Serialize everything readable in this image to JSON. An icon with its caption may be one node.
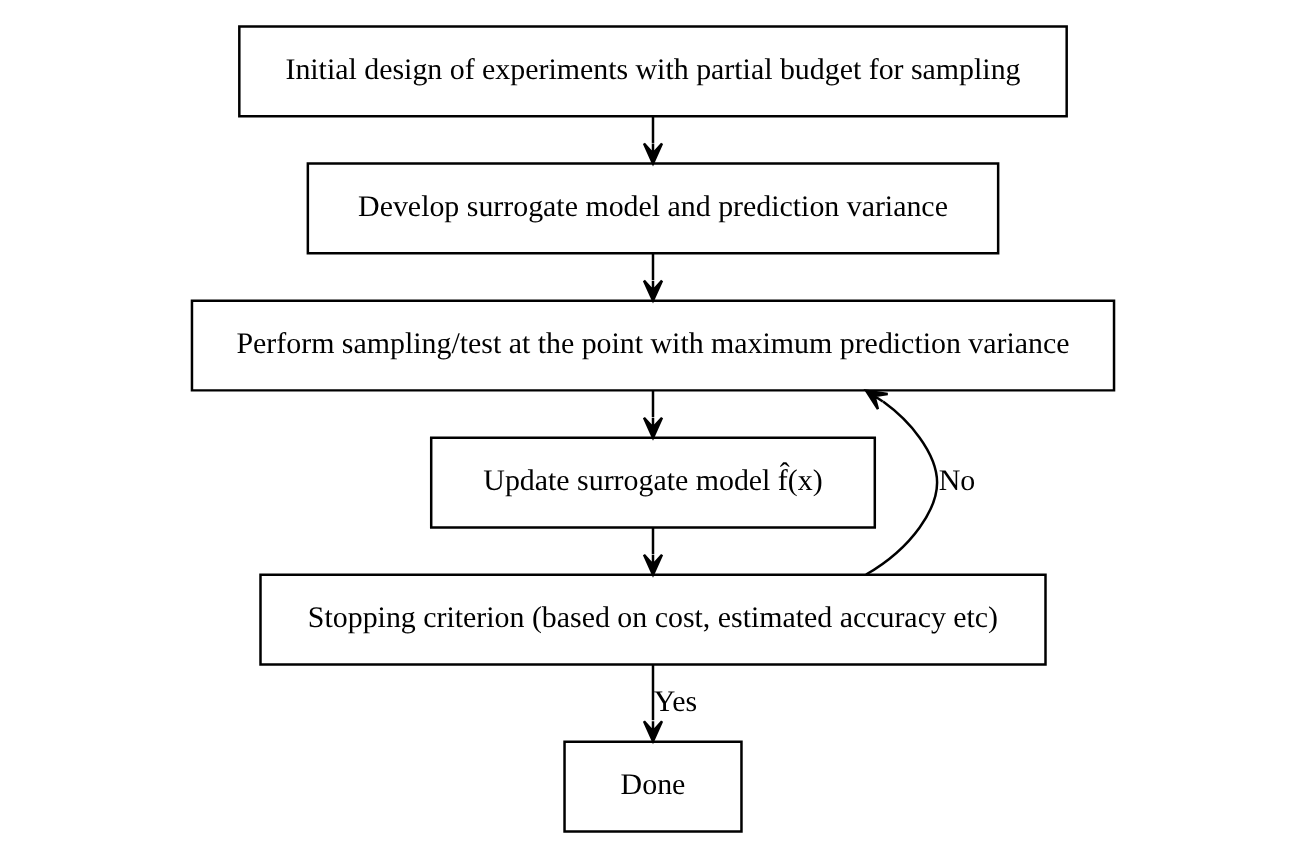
{
  "diagram": {
    "nodes": [
      {
        "text": [
          "Initial design of experiments with partial budget for sampling"
        ]
      },
      {
        "text": [
          "Develop surrogate model and prediction variance"
        ]
      },
      {
        "text": [
          "Perform sampling/test at the point with maximum prediction variance"
        ]
      },
      {
        "text": [
          "Update surrogate model f̂(x)"
        ]
      },
      {
        "text": [
          "Stopping criterion (based on cost, estimated accuracy etc)"
        ]
      },
      {
        "text": [
          "Done"
        ]
      }
    ],
    "edges": [
      {
        "from": 0,
        "to": 1,
        "arrow": "to"
      },
      {
        "from": 1,
        "to": 2,
        "arrow": "to"
      },
      {
        "from": 2,
        "to": 3,
        "arrow": "to"
      },
      {
        "from": 3,
        "to": 4,
        "arrow": "to"
      },
      {
        "from": 4,
        "to": 2,
        "arrow": "to",
        "label": "No"
      },
      {
        "from": 4,
        "to": 5,
        "arrow": "to",
        "label": "Yes"
      }
    ]
  }
}
